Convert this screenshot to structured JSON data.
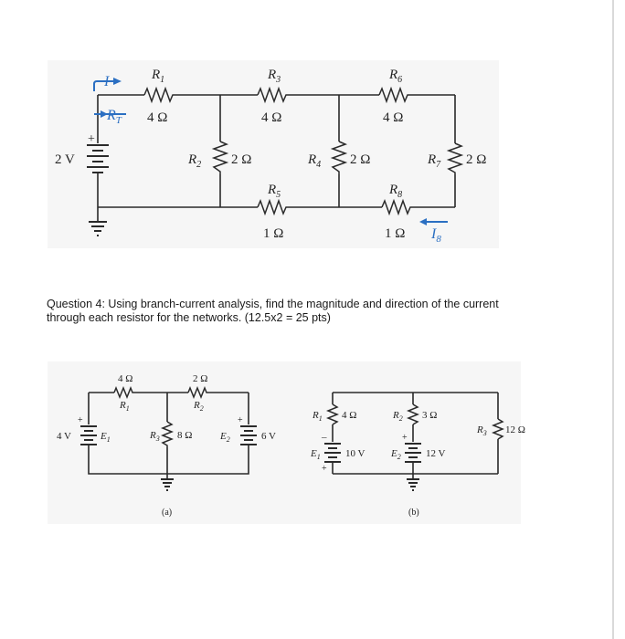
{
  "question": {
    "line1": "Question 4: Using branch-current analysis, find the magnitude and direction of the current",
    "line2": "through each resistor for the networks. (12.5x2 = 25 pts)"
  },
  "top_circuit": {
    "source_voltage": "2 V",
    "current_label": "I",
    "rt_label": "R",
    "rt_sub": "T",
    "plus": "+",
    "i8_label": "I",
    "i8_sub": "8",
    "resistors": [
      {
        "name": "R",
        "sub": "1",
        "value": "4 Ω"
      },
      {
        "name": "R",
        "sub": "3",
        "value": "4 Ω"
      },
      {
        "name": "R",
        "sub": "6",
        "value": "4 Ω"
      },
      {
        "name": "R",
        "sub": "2",
        "value": "2 Ω"
      },
      {
        "name": "R",
        "sub": "4",
        "value": "2 Ω"
      },
      {
        "name": "R",
        "sub": "7",
        "value": "2 Ω"
      },
      {
        "name": "R",
        "sub": "5",
        "value": "1 Ω"
      },
      {
        "name": "R",
        "sub": "8",
        "value": "1 Ω"
      }
    ]
  },
  "circuit_a": {
    "caption": "(a)",
    "e1_voltage": "4 V",
    "e1_name": "E",
    "e1_sub": "1",
    "e2_voltage": "6 V",
    "e2_name": "E",
    "e2_sub": "2",
    "plus": "+",
    "r1_value": "4 Ω",
    "r1_name": "R",
    "r1_sub": "1",
    "r2_value": "2 Ω",
    "r2_name": "R",
    "r2_sub": "2",
    "r3_value": "8 Ω",
    "r3_name": "R",
    "r3_sub": "3"
  },
  "circuit_b": {
    "caption": "(b)",
    "r1_name": "R",
    "r1_sub": "1",
    "r1_value": "4 Ω",
    "r2_name": "R",
    "r2_sub": "2",
    "r2_value": "3 Ω",
    "r3_name": "R",
    "r3_sub": "3",
    "r3_value": "12 Ω",
    "e1_name": "E",
    "e1_sub": "1",
    "e1_voltage": "10 V",
    "e2_name": "E",
    "e2_sub": "2",
    "e2_voltage": "12 V",
    "minus": "–",
    "plus": "+"
  }
}
